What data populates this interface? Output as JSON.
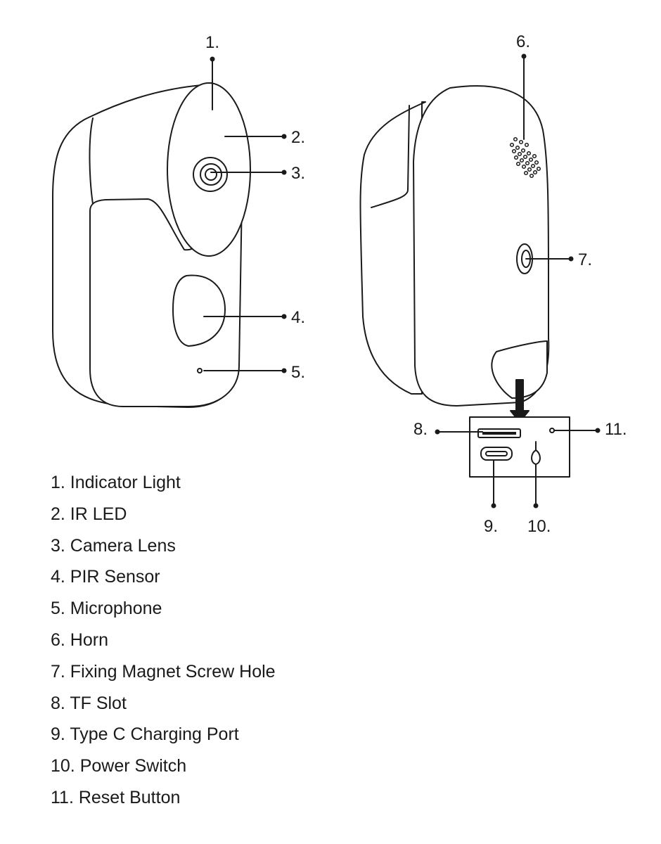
{
  "diagram": {
    "callouts": [
      {
        "id": "1",
        "label": "1."
      },
      {
        "id": "2",
        "label": "2."
      },
      {
        "id": "3",
        "label": "3."
      },
      {
        "id": "4",
        "label": "4."
      },
      {
        "id": "5",
        "label": "5."
      },
      {
        "id": "6",
        "label": "6."
      },
      {
        "id": "7",
        "label": "7."
      },
      {
        "id": "8",
        "label": "8."
      },
      {
        "id": "9",
        "label": "9."
      },
      {
        "id": "10",
        "label": "10."
      },
      {
        "id": "11",
        "label": "11."
      }
    ],
    "legend": [
      "1. Indicator Light",
      "2. IR LED",
      "3. Camera Lens",
      "4. PIR Sensor",
      "5. Microphone",
      "6. Horn",
      "7. Fixing Magnet Screw Hole",
      "8. TF Slot",
      "9. Type C Charging Port",
      "10. Power Switch",
      "11. Reset Button"
    ]
  }
}
